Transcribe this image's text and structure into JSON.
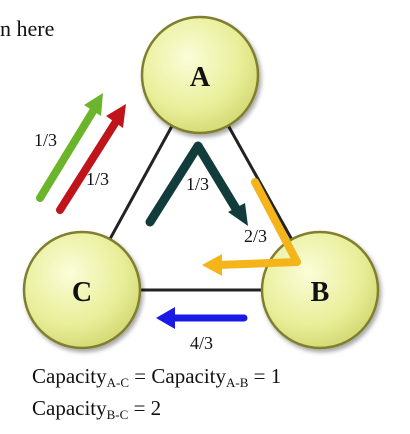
{
  "fragment_text": "n here",
  "nodes": {
    "a": "A",
    "b": "B",
    "c": "C"
  },
  "flows": {
    "green_ac": "1/3",
    "red_ac": "1/3",
    "teal_ab": "1/3",
    "yellow_ab": "2/3",
    "blue_bc": "4/3"
  },
  "colors": {
    "node_fill": "#eef2a8",
    "node_stroke": "#8a8a3a",
    "edge": "#222222",
    "green": "#6bb52a",
    "red": "#c0141b",
    "teal": "#123c3c",
    "yellow": "#f4b41a",
    "blue": "#1a1ae6"
  },
  "caption": {
    "line1_word1": "Capacity",
    "line1_sub1": "A-C",
    "line1_eq1": " = ",
    "line1_word2": "Capacity",
    "line1_sub2": "A-B",
    "line1_eq2": " = 1",
    "line2_word": "Capacity",
    "line2_sub": "B-C",
    "line2_eq": " = 2"
  }
}
